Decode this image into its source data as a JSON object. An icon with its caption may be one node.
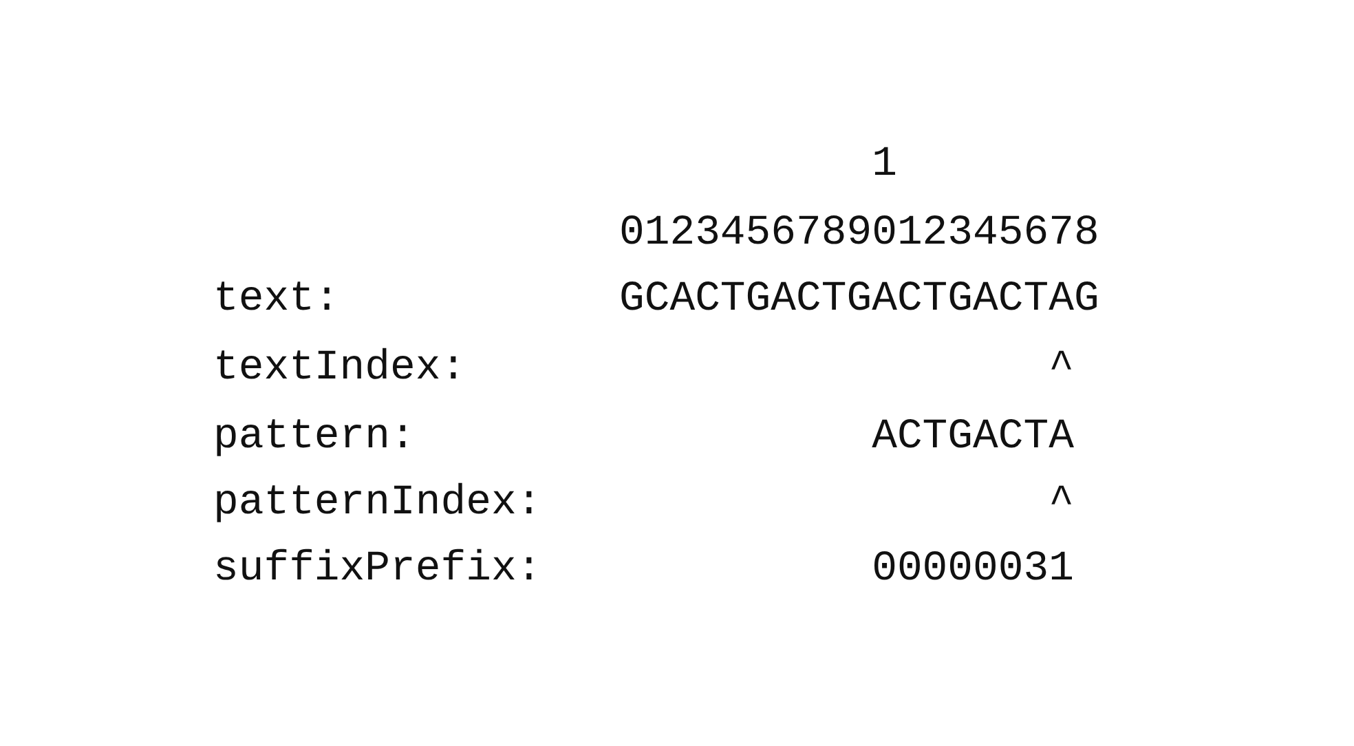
{
  "diagram": {
    "labels": [
      "1",
      "0123456789012345678",
      "text:",
      "GCACTGACTGACTGACTAG",
      "textIndex:",
      "^",
      "pattern:",
      "ACTGACTA",
      "patternIndex:",
      "^",
      "suffixPrefix:",
      "00000031"
    ]
  }
}
